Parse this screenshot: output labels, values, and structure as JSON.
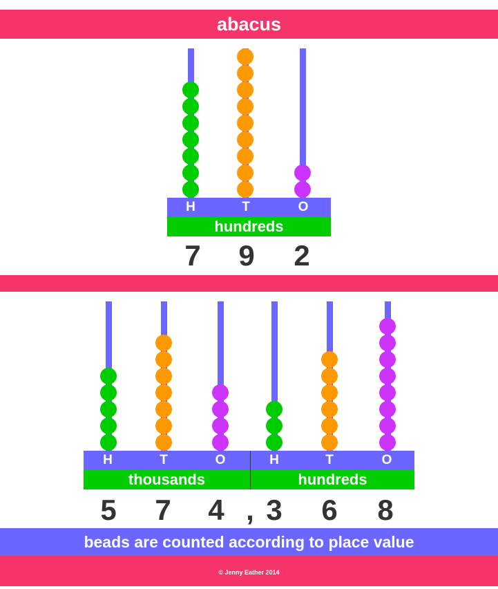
{
  "title": "abacus",
  "colors": {
    "hundreds": "#00cc00",
    "tens": "#ff9900",
    "ones": "#cc33ff",
    "rod": "#6a66ff",
    "band": "#f5356a"
  },
  "abacus1": {
    "columns": [
      {
        "letter": "H",
        "beads": 7,
        "digit": "7"
      },
      {
        "letter": "T",
        "beads": 9,
        "digit": "9"
      },
      {
        "letter": "O",
        "beads": 2,
        "digit": "2"
      }
    ],
    "group_label": "hundreds"
  },
  "abacus2": {
    "columns": [
      {
        "letter": "H",
        "beads": 5,
        "digit": "5"
      },
      {
        "letter": "T",
        "beads": 7,
        "digit": "7"
      },
      {
        "letter": "O",
        "beads": 4,
        "digit": "4"
      },
      {
        "letter": "H",
        "beads": 3,
        "digit": "3"
      },
      {
        "letter": "T",
        "beads": 6,
        "digit": "6"
      },
      {
        "letter": "O",
        "beads": 8,
        "digit": "8"
      }
    ],
    "group_labels": [
      "thousands",
      "hundreds"
    ],
    "separator": ","
  },
  "caption": "beads are counted according to place value",
  "copyright": "© Jenny Eather 2014"
}
